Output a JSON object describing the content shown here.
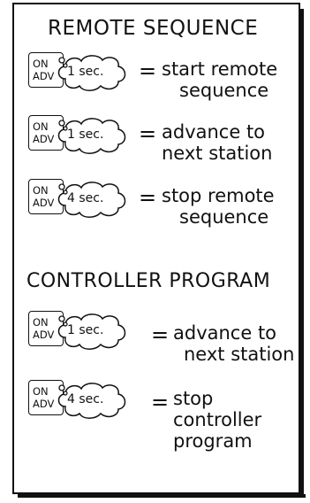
{
  "sections": [
    {
      "heading": "REMOTE SEQUENCE",
      "rows": [
        {
          "on": "ON",
          "adv": "ADV",
          "time": "1 sec.",
          "eq": "=",
          "line1": "start remote",
          "line2": "sequence",
          "line3": ""
        },
        {
          "on": "ON",
          "adv": "ADV",
          "time": "1 sec.",
          "eq": "=",
          "line1": "advance to",
          "line2": "next station",
          "line3": ""
        },
        {
          "on": "ON",
          "adv": "ADV",
          "time": "4 sec.",
          "eq": "=",
          "line1": "stop remote",
          "line2": "sequence",
          "line3": ""
        }
      ]
    },
    {
      "heading": "CONTROLLER PROGRAM",
      "rows": [
        {
          "on": "ON",
          "adv": "ADV",
          "time": "1 sec.",
          "eq": "=",
          "line1": "advance to",
          "line2": "next station",
          "line3": ""
        },
        {
          "on": "ON",
          "adv": "ADV",
          "time": "4 sec.",
          "eq": "=",
          "line1": "stop",
          "line2": "controller",
          "line3": "program"
        }
      ]
    }
  ],
  "icons": {
    "button": "on-adv-button-icon",
    "cloud": "thought-cloud-icon"
  },
  "colors": {
    "ink": "#111111",
    "background": "#ffffff"
  }
}
